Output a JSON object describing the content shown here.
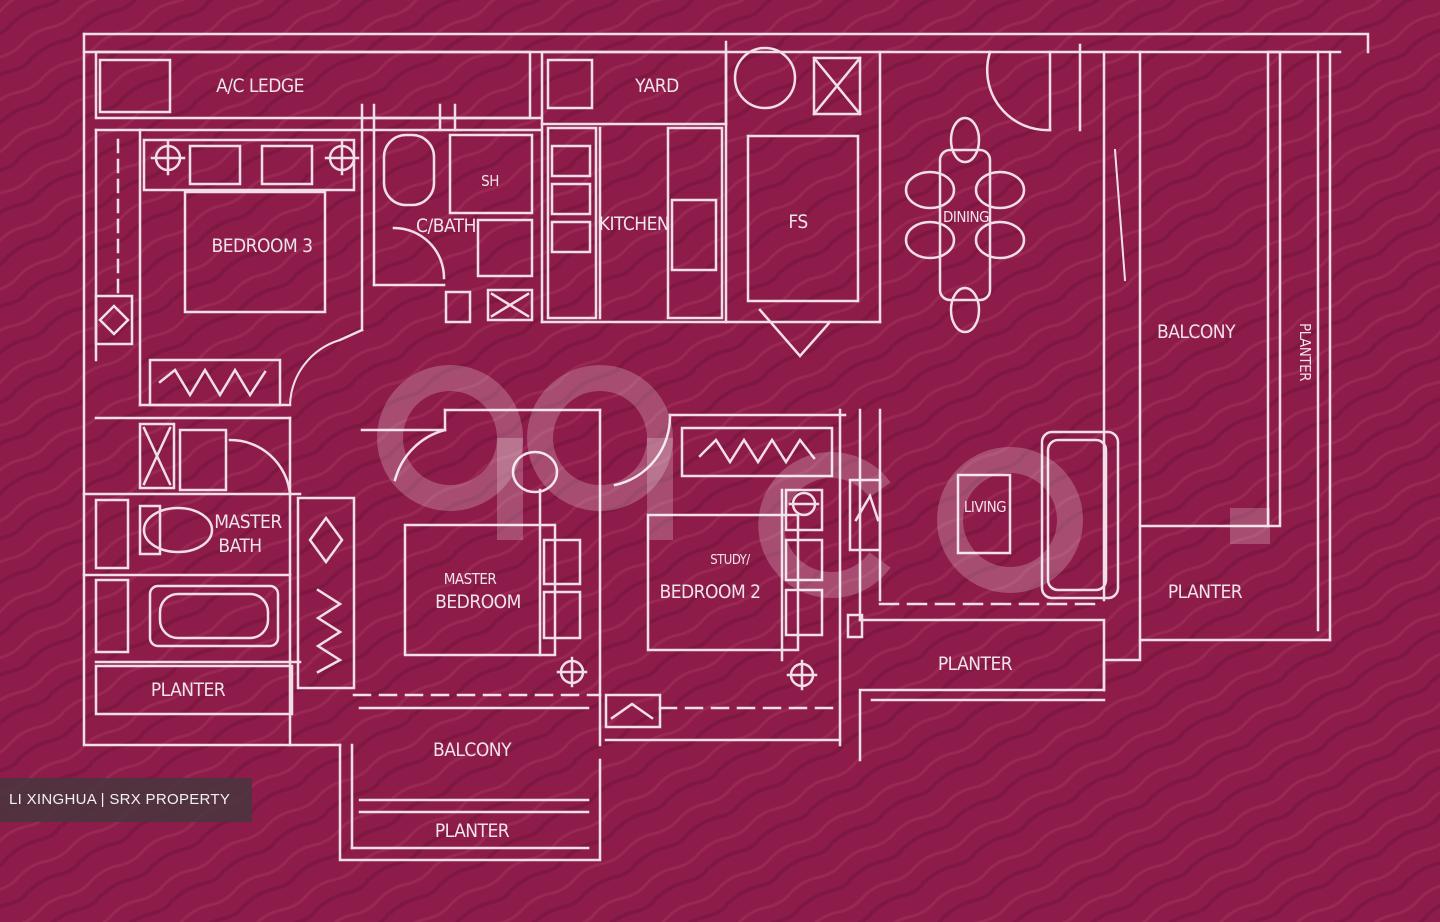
{
  "palette": {
    "background": "#8e1c4a",
    "line": "#f1dfe8",
    "watermark": "rgba(255,255,255,0.22)",
    "credit_bg": "#463740"
  },
  "rooms": {
    "ac_ledge": "A/C LEDGE",
    "yard": "YARD",
    "bedroom_3": "BEDROOM 3",
    "sh": "SH",
    "c_bath": "C/BATH",
    "kitchen": "KITCHEN",
    "fs": "FS",
    "dining": "DINING",
    "balcony_right": "BALCONY",
    "planter_vertical": "PLANTER",
    "master_bath_line1": "MASTER",
    "master_bath_line2": "BATH",
    "master_bedroom_line1": "MASTER",
    "master_bedroom_line2": "BEDROOM",
    "bedroom_2_line1": "STUDY/",
    "bedroom_2_line2": "BEDROOM 2",
    "living": "LIVING",
    "planter_right": "PLANTER",
    "planter_center": "PLANTER",
    "planter_left": "PLANTER",
    "balcony_bottom": "BALCONY",
    "planter_bottom": "PLANTER"
  },
  "watermark": {
    "logo_icon": "99co-logo-icon"
  },
  "credit": "LI XINGHUA | SRX PROPERTY"
}
